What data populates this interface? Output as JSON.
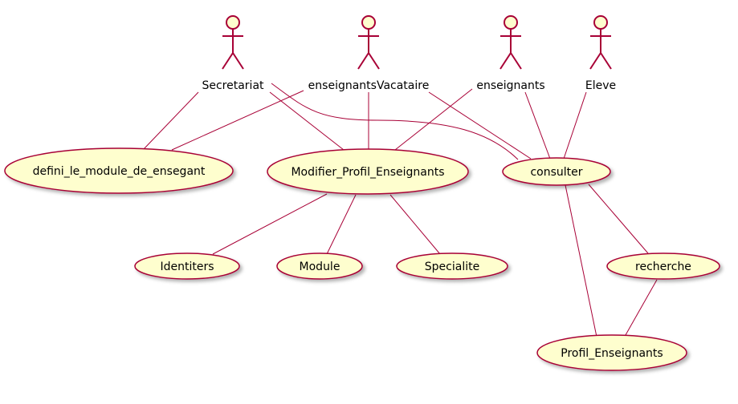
{
  "diagram": {
    "actors": [
      {
        "id": "secretariat",
        "label": "Secretariat"
      },
      {
        "id": "vacataire",
        "label": "enseignantsVacataire"
      },
      {
        "id": "enseignants",
        "label": "enseignants"
      },
      {
        "id": "eleve",
        "label": "Eleve"
      }
    ],
    "use_cases": [
      {
        "id": "defini",
        "label": "defini_le_module_de_ensegant"
      },
      {
        "id": "modifier",
        "label": "Modifier_Profil_Enseignants"
      },
      {
        "id": "consulter",
        "label": "consulter"
      },
      {
        "id": "identiters",
        "label": "Identiters"
      },
      {
        "id": "module",
        "label": "Module"
      },
      {
        "id": "specialite",
        "label": "Specialite"
      },
      {
        "id": "recherche",
        "label": "recherche"
      },
      {
        "id": "profil",
        "label": "Profil_Enseignants"
      }
    ],
    "associations": [
      [
        "secretariat",
        "defini"
      ],
      [
        "secretariat",
        "modifier"
      ],
      [
        "secretariat",
        "consulter"
      ],
      [
        "vacataire",
        "defini"
      ],
      [
        "vacataire",
        "modifier"
      ],
      [
        "vacataire",
        "consulter"
      ],
      [
        "enseignants",
        "modifier"
      ],
      [
        "enseignants",
        "consulter"
      ],
      [
        "eleve",
        "consulter"
      ],
      [
        "modifier",
        "identiters"
      ],
      [
        "modifier",
        "module"
      ],
      [
        "modifier",
        "specialite"
      ],
      [
        "consulter",
        "recherche"
      ],
      [
        "consulter",
        "profil"
      ],
      [
        "recherche",
        "profil"
      ]
    ],
    "colors": {
      "fill": "#FEFECE",
      "stroke": "#A80036"
    }
  }
}
